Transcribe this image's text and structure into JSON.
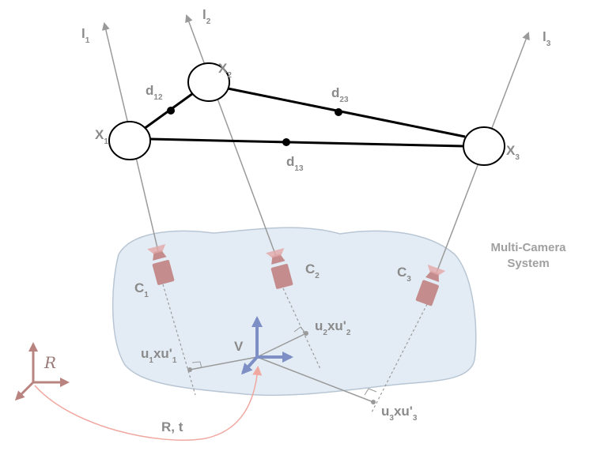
{
  "colors": {
    "ray": "#9a9a9a",
    "blob_fill": "#e3ecf5",
    "blob_stroke": "#b8c6d4",
    "camera": "#c48c8c",
    "vehicle_frame": "#7d8fc4",
    "world_frame": "#b98480",
    "transform_arrow": "#f0a8a0",
    "edge": "#000000"
  },
  "rays": [
    {
      "id": "l1",
      "label": "l",
      "sub": "1"
    },
    {
      "id": "l2",
      "label": "l",
      "sub": "2"
    },
    {
      "id": "l3",
      "label": "l",
      "sub": "3"
    }
  ],
  "points": [
    {
      "id": "X1",
      "label": "X",
      "sub": "1"
    },
    {
      "id": "X2",
      "label": "X",
      "sub": "2"
    },
    {
      "id": "X3",
      "label": "X",
      "sub": "3"
    }
  ],
  "distances": [
    {
      "id": "d12",
      "label": "d",
      "sub": "12"
    },
    {
      "id": "d23",
      "label": "d",
      "sub": "23"
    },
    {
      "id": "d13",
      "label": "d",
      "sub": "13"
    }
  ],
  "cameras": [
    {
      "id": "C1",
      "label": "C",
      "sub": "1"
    },
    {
      "id": "C2",
      "label": "C",
      "sub": "2"
    },
    {
      "id": "C3",
      "label": "C",
      "sub": "3"
    }
  ],
  "offsets": [
    {
      "id": "u1",
      "label": "u",
      "sub": "1",
      "mid": "xu'",
      "sub2": "1"
    },
    {
      "id": "u2",
      "label": "u",
      "sub": "2",
      "mid": "xu'",
      "sub2": "2"
    },
    {
      "id": "u3",
      "label": "u",
      "sub": "3",
      "mid": "xu'",
      "sub2": "3"
    }
  ],
  "system_label": [
    "Multi-Camera",
    "System"
  ],
  "vehicle_label": "V",
  "world_label": "R",
  "transform_label": "R, t"
}
